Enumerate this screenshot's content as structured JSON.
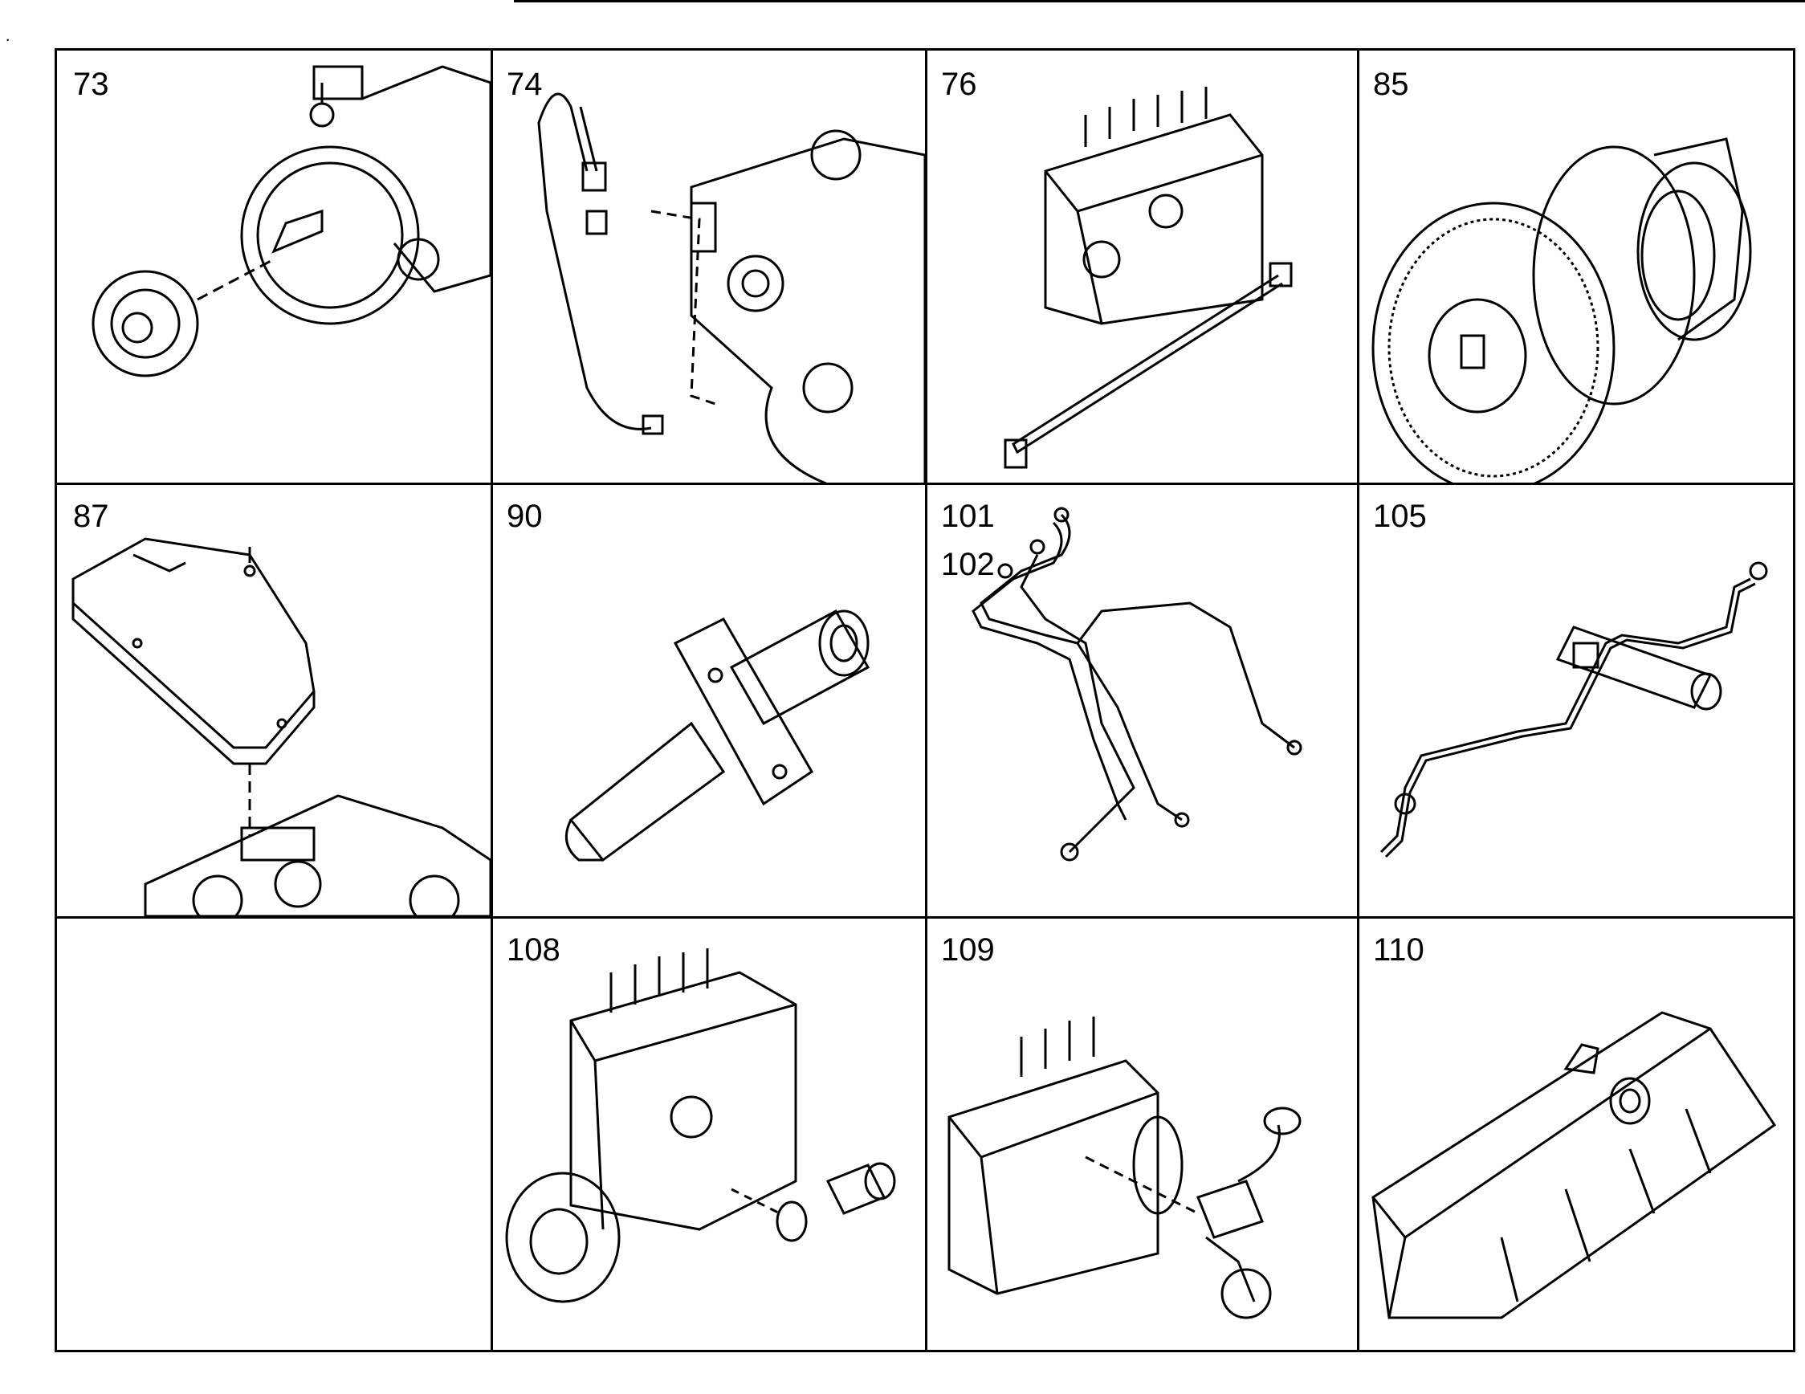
{
  "cells": [
    {
      "id": "c73",
      "label": "73"
    },
    {
      "id": "c74",
      "label": "74"
    },
    {
      "id": "c76",
      "label": "76"
    },
    {
      "id": "c85",
      "label": "85"
    },
    {
      "id": "c87",
      "label": "87"
    },
    {
      "id": "c90",
      "label": "90"
    },
    {
      "id": "c101",
      "label": "101",
      "label2": "102"
    },
    {
      "id": "c105",
      "label": "105"
    },
    {
      "id": "cempty",
      "label": ""
    },
    {
      "id": "c108",
      "label": "108"
    },
    {
      "id": "c109",
      "label": "109"
    },
    {
      "id": "c110",
      "label": "110"
    }
  ]
}
